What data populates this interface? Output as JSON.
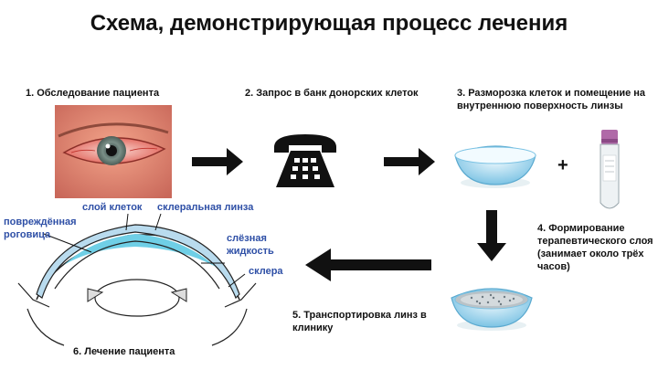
{
  "title": "Схема, демонстрирующая процесс лечения",
  "steps": {
    "s1": "1. Обследование пациента",
    "s2": "2. Запрос в банк донорских клеток",
    "s3": "3. Разморозка клеток и помещение на внутреннюю поверхность линзы",
    "s4": "4. Формирование терапевтического слоя (занимает около трёх часов)",
    "s5": "5. Транспортировка линз в клинику",
    "s6": "6. Лечение пациента"
  },
  "plus_sign": "+",
  "eye_labels": {
    "cell_layer": "слой клеток",
    "scleral_lens": "склеральная линза",
    "damaged_cornea": "повреждённая роговица",
    "tear_fluid": "слёзная жидкость",
    "sclera": "склера"
  },
  "colors": {
    "label_blue": "#2e4fa6",
    "arrow": "#111111",
    "lens": "#9ed3ee",
    "tear_fluid": "#6fcfe6"
  },
  "icons": {
    "eye_photo": "red-eye-photo",
    "phone": "telephone-icon",
    "lens": "contact-lens-icon",
    "vial": "cell-vial-icon",
    "lens_cells": "lens-with-cells-icon",
    "eye_diagram": "eye-cross-section"
  }
}
